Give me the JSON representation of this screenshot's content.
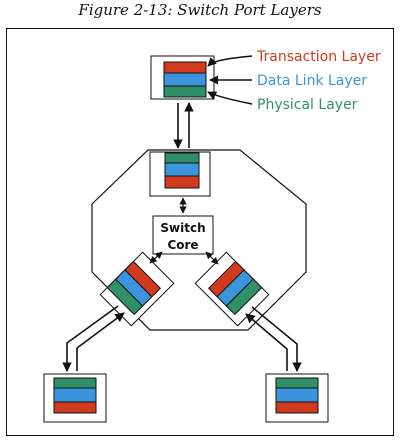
{
  "figure_title": "Figure 2-13: Switch Port Layers",
  "labels": {
    "transaction": "Transaction Layer",
    "data_link": "Data Link Layer",
    "physical": "Physical Layer"
  },
  "switch_core": {
    "line1": "Switch",
    "line2": "Core"
  },
  "colors": {
    "transaction": "#d23a1e",
    "data_link": "#3b95dc",
    "physical": "#2f9068"
  }
}
